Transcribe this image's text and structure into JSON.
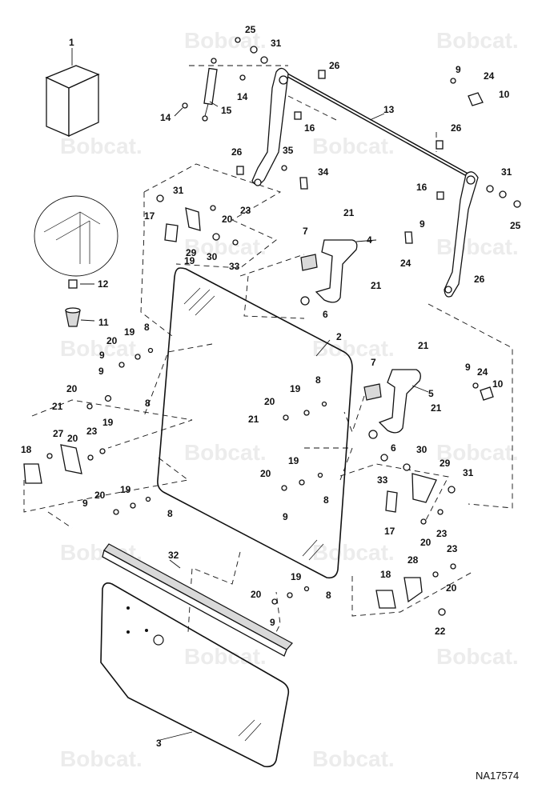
{
  "watermark": "Bobcat.",
  "drawing_code": "NA17574",
  "callouts": [
    {
      "text": "1"
    },
    {
      "text": "2"
    },
    {
      "text": "3"
    },
    {
      "text": "4"
    },
    {
      "text": "5"
    },
    {
      "text": "6"
    },
    {
      "text": "6"
    },
    {
      "text": "7"
    },
    {
      "text": "7"
    },
    {
      "text": "8"
    },
    {
      "text": "8"
    },
    {
      "text": "8"
    },
    {
      "text": "8"
    },
    {
      "text": "8"
    },
    {
      "text": "8"
    },
    {
      "text": "9"
    },
    {
      "text": "9"
    },
    {
      "text": "9"
    },
    {
      "text": "9"
    },
    {
      "text": "9"
    },
    {
      "text": "9"
    },
    {
      "text": "9"
    },
    {
      "text": "9"
    },
    {
      "text": "10"
    },
    {
      "text": "10"
    },
    {
      "text": "11"
    },
    {
      "text": "12"
    },
    {
      "text": "13"
    },
    {
      "text": "14"
    },
    {
      "text": "14"
    },
    {
      "text": "15"
    },
    {
      "text": "16"
    },
    {
      "text": "16"
    },
    {
      "text": "17"
    },
    {
      "text": "17"
    },
    {
      "text": "18"
    },
    {
      "text": "18"
    },
    {
      "text": "19"
    },
    {
      "text": "19"
    },
    {
      "text": "19"
    },
    {
      "text": "19"
    },
    {
      "text": "19"
    },
    {
      "text": "19"
    },
    {
      "text": "19"
    },
    {
      "text": "20"
    },
    {
      "text": "20"
    },
    {
      "text": "20"
    },
    {
      "text": "20"
    },
    {
      "text": "20"
    },
    {
      "text": "20"
    },
    {
      "text": "20"
    },
    {
      "text": "20"
    },
    {
      "text": "20"
    },
    {
      "text": "20"
    },
    {
      "text": "21"
    },
    {
      "text": "21"
    },
    {
      "text": "21"
    },
    {
      "text": "21"
    },
    {
      "text": "21"
    },
    {
      "text": "21"
    },
    {
      "text": "22"
    },
    {
      "text": "23"
    },
    {
      "text": "23"
    },
    {
      "text": "23"
    },
    {
      "text": "23"
    },
    {
      "text": "24"
    },
    {
      "text": "24"
    },
    {
      "text": "24"
    },
    {
      "text": "25"
    },
    {
      "text": "25"
    },
    {
      "text": "26"
    },
    {
      "text": "26"
    },
    {
      "text": "26"
    },
    {
      "text": "26"
    },
    {
      "text": "27"
    },
    {
      "text": "28"
    },
    {
      "text": "29"
    },
    {
      "text": "29"
    },
    {
      "text": "30"
    },
    {
      "text": "30"
    },
    {
      "text": "31"
    },
    {
      "text": "31"
    },
    {
      "text": "31"
    },
    {
      "text": "31"
    },
    {
      "text": "32"
    },
    {
      "text": "33"
    },
    {
      "text": "33"
    },
    {
      "text": "34"
    },
    {
      "text": "35"
    }
  ]
}
